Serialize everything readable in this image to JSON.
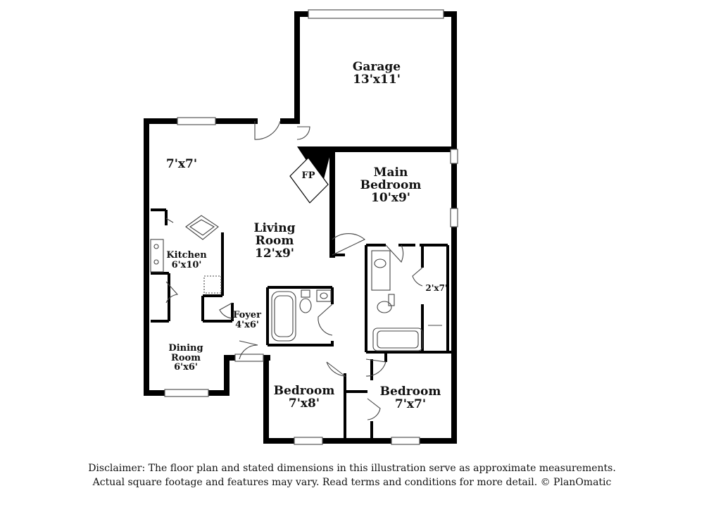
{
  "rooms": {
    "garage": {
      "name": "Garage",
      "dim": "13'x11'"
    },
    "main_bedroom": {
      "name_line1": "Main",
      "name_line2": "Bedroom",
      "dim": "10'x9'"
    },
    "living_room": {
      "name_line1": "Living",
      "name_line2": "Room",
      "dim": "12'x9'"
    },
    "nook": {
      "dim": "7'x7'"
    },
    "fireplace": {
      "label": "FP"
    },
    "kitchen": {
      "name": "Kitchen",
      "dim": "6'x10'"
    },
    "foyer": {
      "name": "Foyer",
      "dim": "4'x6'"
    },
    "dining_room": {
      "name_line1": "Dining",
      "name_line2": "Room",
      "dim": "6'x6'"
    },
    "closet": {
      "dim": "2'x7'"
    },
    "bedroom_left": {
      "name": "Bedroom",
      "dim": "7'x8'"
    },
    "bedroom_right": {
      "name": "Bedroom",
      "dim": "7'x7'"
    }
  },
  "disclaimer": {
    "line1": "Disclaimer: The floor plan and stated dimensions in this illustration serve as approximate measurements.",
    "line2": "Actual square footage and features may vary. Read terms and conditions for more detail. © PlanOmatic"
  }
}
